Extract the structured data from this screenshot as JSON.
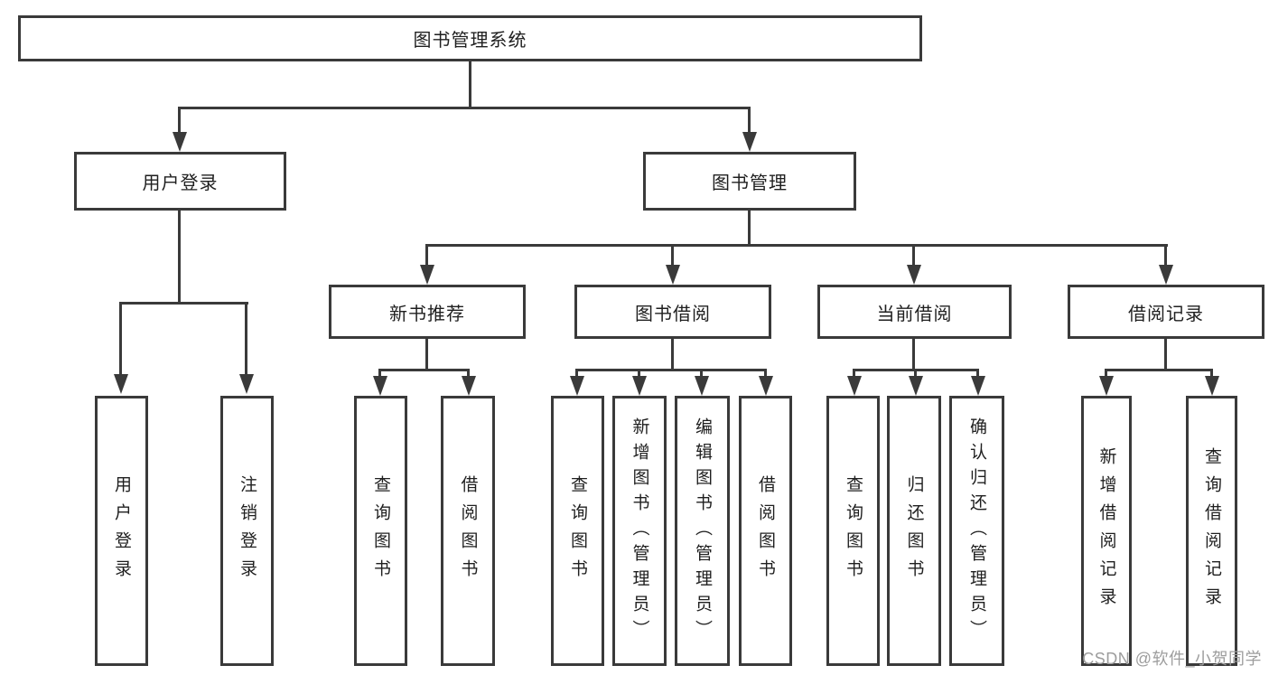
{
  "root": "图书管理系统",
  "level2": {
    "user_login": "用户登录",
    "book_management": "图书管理"
  },
  "level3": {
    "new_book_recommend": "新书推荐",
    "book_borrow": "图书借阅",
    "current_borrow": "当前借阅",
    "borrow_records": "借阅记录"
  },
  "leaves": {
    "user_login_leaf": "用户登录",
    "logout": "注销登录",
    "nb_query_books": "查询图书",
    "nb_borrow_books": "借阅图书",
    "bb_query_books": "查询图书",
    "bb_add_books": "新增图书（管理员）",
    "bb_edit_books": "编辑图书（管理员）",
    "bb_borrow_books": "借阅图书",
    "cb_query_books": "查询图书",
    "cb_return_books": "归还图书",
    "cb_confirm_return": "确认归还（管理员）",
    "br_add_record": "新增借阅记录",
    "br_query_record": "查询借阅记录"
  },
  "watermark": "CSDN @软件_小贺同学",
  "colors": {
    "line": "#3a3a3a",
    "text": "#1f1f1f",
    "watermark": "#9d9d9d",
    "background": "#ffffff"
  }
}
